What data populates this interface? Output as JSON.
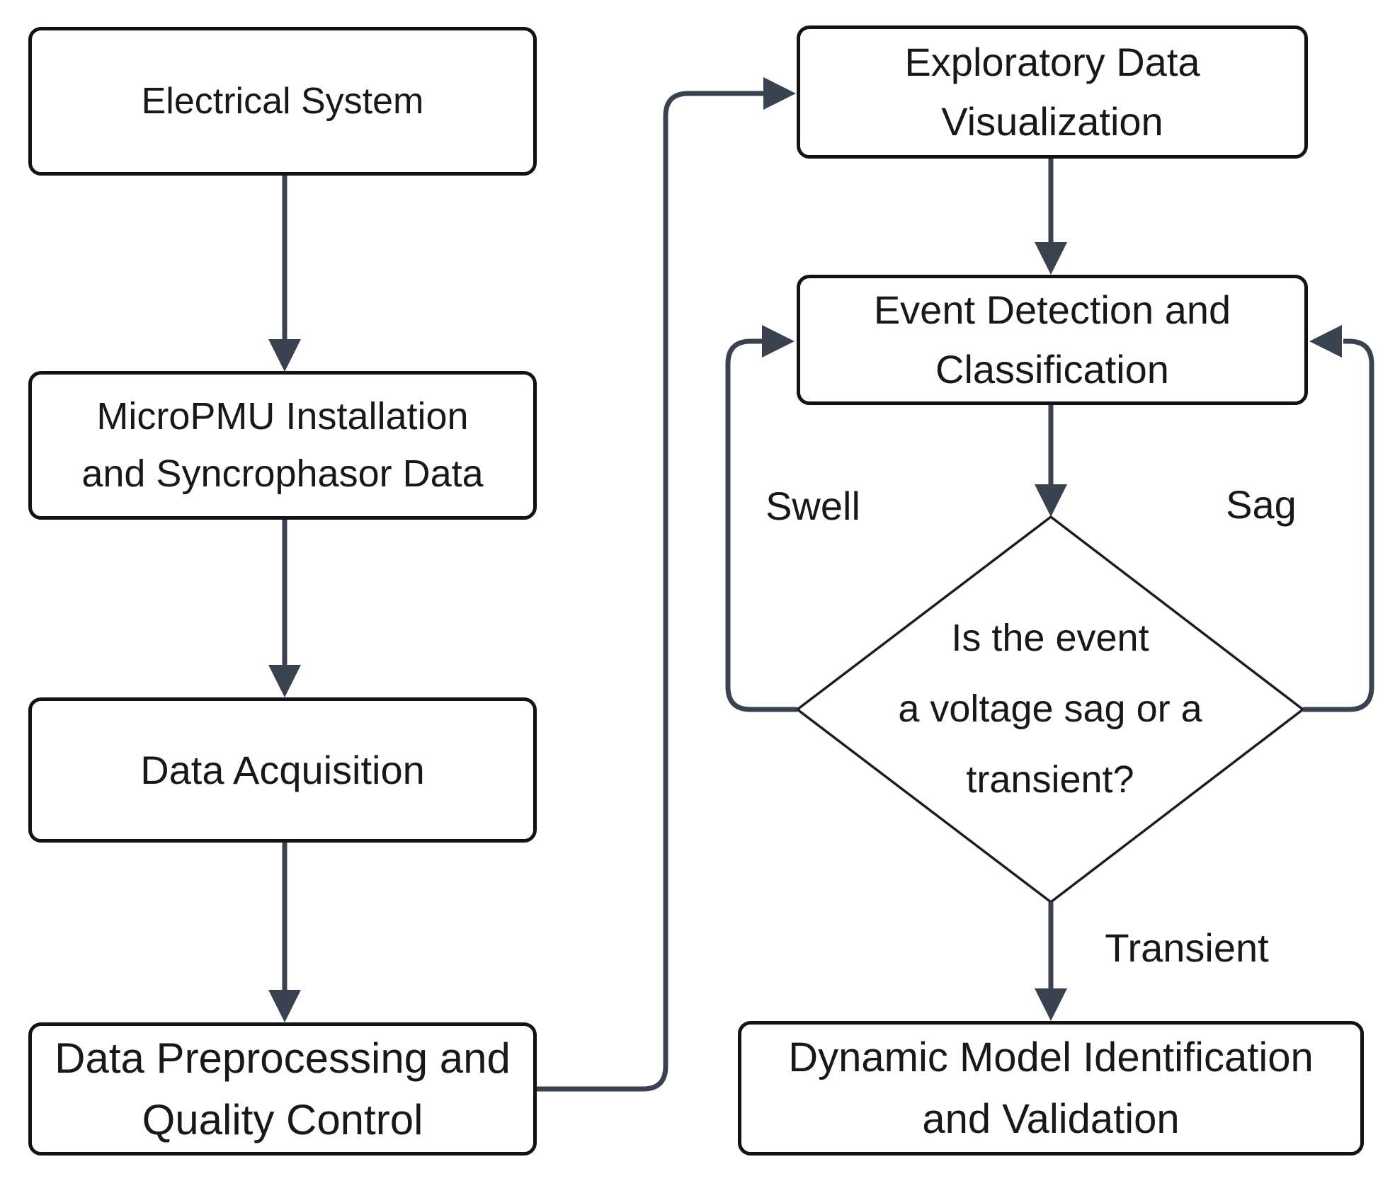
{
  "diagram": {
    "type": "flowchart",
    "nodes": {
      "electrical_system": {
        "label": "Electrical System"
      },
      "micropmu_installation": {
        "label": "MicroPMU Installation\nand Syncrophasor Data"
      },
      "data_acquisition": {
        "label": "Data Acquisition"
      },
      "data_preprocessing": {
        "label": "Data Preprocessing and\nQuality Control"
      },
      "exploratory_visualization": {
        "label": "Exploratory Data\nVisualization"
      },
      "event_detection": {
        "label": "Event Detection and\nClassification"
      },
      "decision": {
        "label": "Is the event\na voltage sag or a\ntransient?"
      },
      "dynamic_model": {
        "label": "Dynamic Model Identification\nand Validation"
      }
    },
    "edge_labels": {
      "swell": "Swell",
      "sag": "Sag",
      "transient": "Transient"
    },
    "colors": {
      "connector": "#3a4250",
      "node_border": "#111317",
      "diamond_border": "#1a1d21",
      "text": "#17181a",
      "background": "#ffffff"
    }
  }
}
